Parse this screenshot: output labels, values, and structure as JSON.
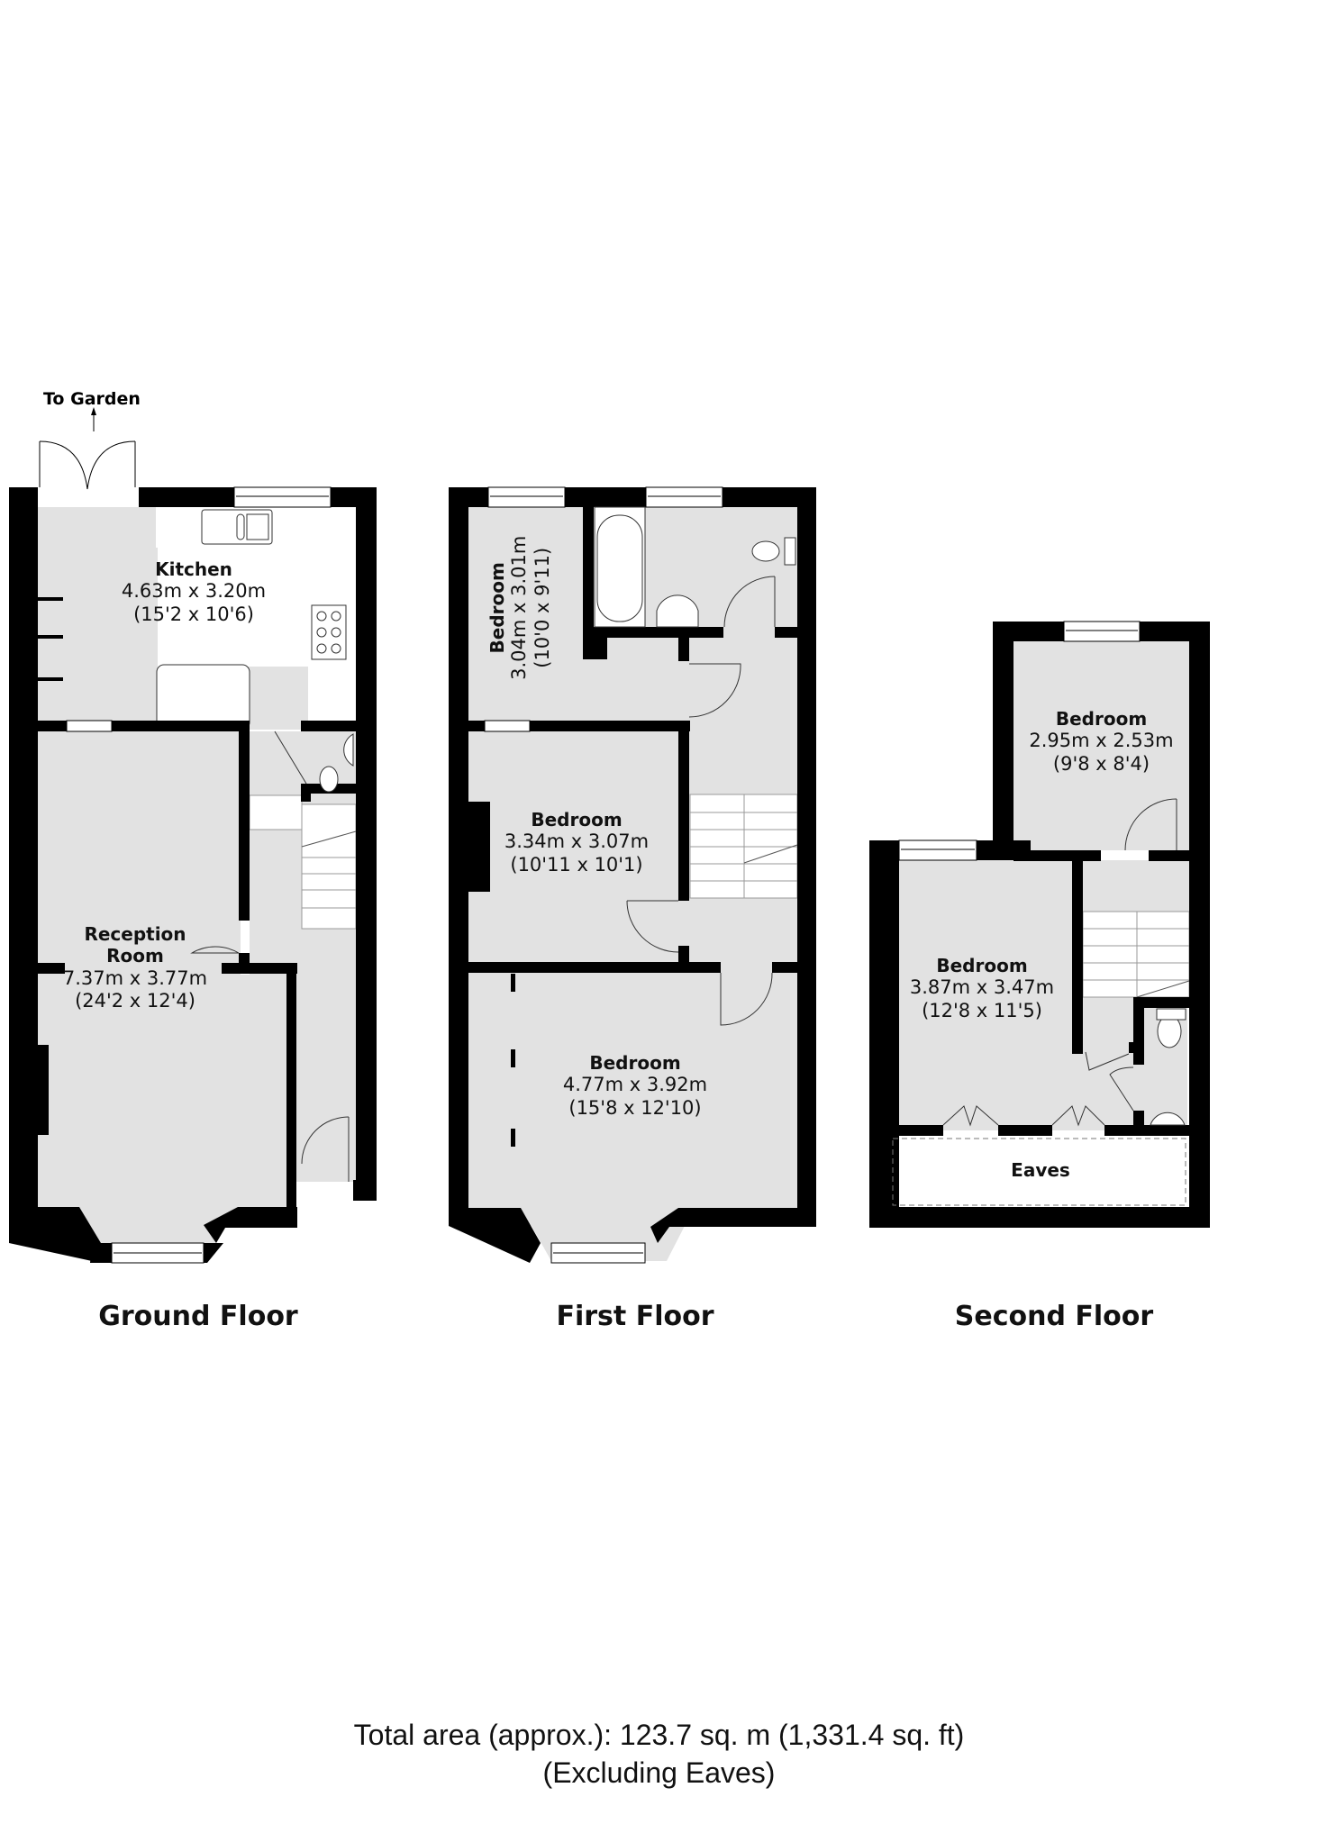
{
  "annotations": {
    "garden_label": "To Garden"
  },
  "floors": [
    {
      "title": "Ground Floor",
      "rooms": [
        {
          "name": "Kitchen",
          "metric": "4.63m x 3.20m",
          "imperial": "(15'2 x 10'6)"
        },
        {
          "name": "Reception Room",
          "name_line1": "Reception",
          "name_line2": "Room",
          "metric": "7.37m x 3.77m",
          "imperial": "(24'2 x 12'4)"
        }
      ]
    },
    {
      "title": "First Floor",
      "rooms": [
        {
          "name": "Bedroom",
          "metric": "3.04m x 3.01m",
          "imperial": "(10'0 x 9'11)"
        },
        {
          "name": "Bedroom",
          "metric": "3.34m x 3.07m",
          "imperial": "(10'11 x 10'1)"
        },
        {
          "name": "Bedroom",
          "metric": "4.77m x 3.92m",
          "imperial": "(15'8 x 12'10)"
        }
      ]
    },
    {
      "title": "Second Floor",
      "rooms": [
        {
          "name": "Bedroom",
          "metric": "2.95m x 2.53m",
          "imperial": "(9'8 x 8'4)"
        },
        {
          "name": "Bedroom",
          "metric": "3.87m x 3.47m",
          "imperial": "(12'8 x 11'5)"
        },
        {
          "name": "Eaves"
        }
      ]
    }
  ],
  "footer": {
    "total_area": "Total area (approx.): 123.7 sq. m (1,331.4 sq. ft)",
    "note": "(Excluding Eaves)"
  },
  "colors": {
    "wall": "#000000",
    "floor_fill": "#e2e2e2",
    "background": "#ffffff",
    "fixture_line": "#333333"
  }
}
